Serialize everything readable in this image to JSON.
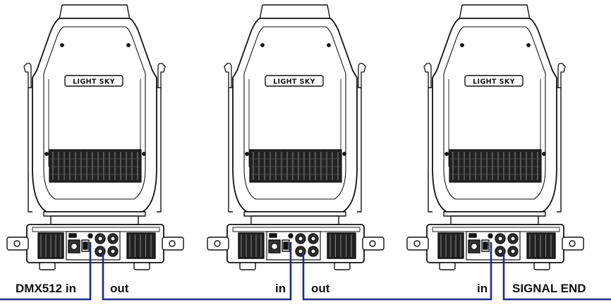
{
  "fixtures": [
    {
      "brand": "LIGHT SKY",
      "in_label": "DMX512 in",
      "out_label": "out"
    },
    {
      "brand": "LIGHT SKY",
      "in_label": "in",
      "out_label": "out"
    },
    {
      "brand": "LIGHT SKY",
      "in_label": "in",
      "out_label": "SIGNAL  END"
    }
  ],
  "colors": {
    "line": "#111111",
    "cable": "#1f2a8c",
    "fill": "#ffffff"
  }
}
